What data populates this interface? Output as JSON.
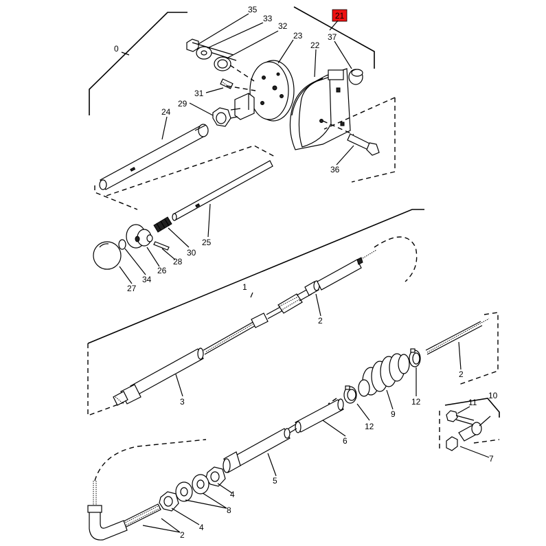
{
  "diagram": {
    "highlight": {
      "label": "21",
      "color": "#ee1111"
    },
    "callouts": {
      "c0": "0",
      "c1": "1",
      "c2a": "2",
      "c2b": "2",
      "c2c": "2",
      "c3": "3",
      "c4a": "4",
      "c4b": "4",
      "c5": "5",
      "c6": "6",
      "c7": "7",
      "c8": "8",
      "c9": "9",
      "c10": "10",
      "c11": "11",
      "c12a": "12",
      "c12b": "12",
      "c22": "22",
      "c23": "23",
      "c24": "24",
      "c25": "25",
      "c26": "26",
      "c27": "27",
      "c28": "28",
      "c29": "29",
      "c30": "30",
      "c31": "31",
      "c32": "32",
      "c33": "33",
      "c34": "34",
      "c35": "35",
      "c36": "36",
      "c37": "37"
    }
  }
}
